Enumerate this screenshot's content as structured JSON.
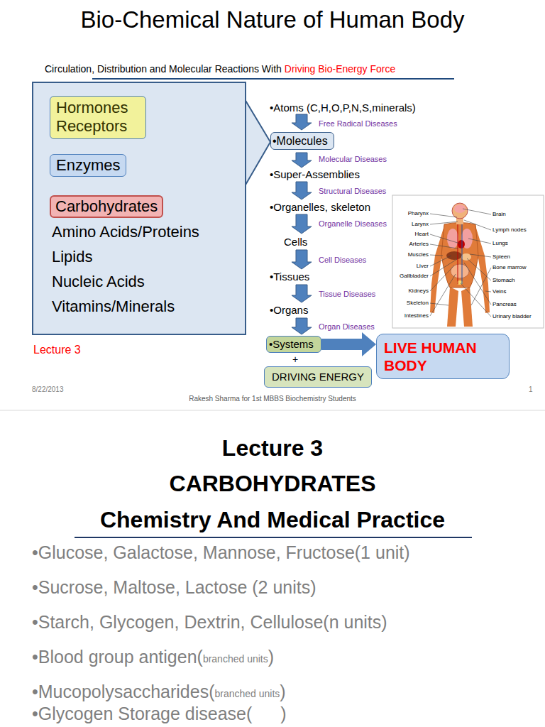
{
  "diagram": {
    "title": "Bio-Chemical Nature of Human Body",
    "nodes": [
      {
        "text": [
          "Amino Acids/Proteins",
          "Lipids",
          "Nucleic Acids",
          "Vitamins/Minerals"
        ]
      },
      {
        "text": [
          "Hormones Receptors"
        ],
        "in": 0
      },
      {
        "text": [
          "Enzymes"
        ],
        "in": 0
      },
      {
        "text": [
          "Carbohydrates"
        ],
        "in": 0
      },
      {
        "text": [
          "•Molecules"
        ]
      },
      {
        "text": [
          "•Systems"
        ]
      },
      {
        "text": [
          "DRIVING ENERGY"
        ]
      },
      {
        "text": [
          "LIVE HUMAN BODY"
        ]
      }
    ],
    "edges": [
      {
        "from": 1,
        "to": 2,
        "arrow": "to"
      },
      {
        "from": 2,
        "to": 3,
        "arrow": "to"
      },
      {
        "from": 5,
        "to": 7,
        "arrow": "to"
      }
    ],
    "labels": [
      "Circulation, Distribution  and Molecular Reactions With",
      "Driving Bio-Energy Force",
      "•Atoms (C,H,O,P,N,S,minerals)",
      "Free Radical Diseases",
      "Molecular Diseases",
      "•Super-Assemblies",
      "Structural Diseases",
      "•Organelles, skeleton",
      "Organelle Diseases",
      "Cells",
      "Cell Diseases",
      "•Tissues",
      "Tissue Diseases",
      "•Organs",
      "Organ Diseases",
      "+",
      "Lecture 3",
      "8/22/2013",
      "Rakesh Sharma for 1st MBBS Biochemistry Students",
      "1",
      "Pharynx",
      "Larynx",
      "Heart",
      "Arteries",
      "Muscles",
      "Liver",
      "Gallbladder",
      "Kidneys",
      "Skeleton",
      "Intestines",
      "Brain",
      "Lymph nodes",
      "Lungs",
      "Spleen",
      "Bone marrow",
      "Stomach",
      "Veins",
      "Pancreas",
      "Urinary bladder",
      "Lecture 3",
      "CARBOHYDRATES",
      "Chemistry And Medical Practice",
      "•Glucose, Galactose, Mannose, Fructose(1 unit)",
      "•Sucrose, Maltose, Lactose (2 units)",
      "•Starch, Glycogen, Dextrin, Cellulose(n units)",
      "•Blood group antigen(",
      "branched units",
      ")",
      "•Mucopolysaccharides(",
      "branched units",
      ")",
      "•Glycogen Storage disease(",
      ")"
    ]
  }
}
